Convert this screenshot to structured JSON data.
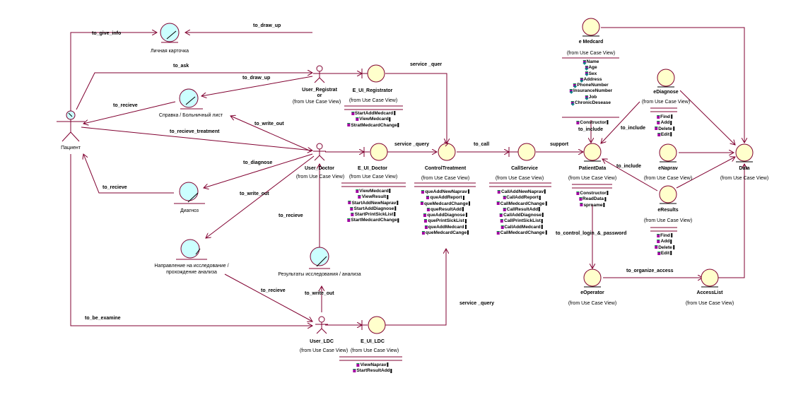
{
  "diagram": {
    "type": "UML collaboration / robustness diagram",
    "line_color": "#800030",
    "entity_fill": "#ffffcc",
    "boundary_fill": "#ffffcc",
    "control_fill": "#ffffcc",
    "actor_fill": "#ccffff",
    "from_label": "(from Use Case View)"
  },
  "actors": [
    {
      "id": "patient",
      "name": "Пациент"
    },
    {
      "id": "user_registrator",
      "name": "User_Registrat\nor"
    },
    {
      "id": "user_doctor",
      "name": "User_Doctor"
    },
    {
      "id": "user_ldc",
      "name": "User_LDC"
    }
  ],
  "documents": [
    {
      "id": "card",
      "name": "Личная карточка"
    },
    {
      "id": "sick_list",
      "name": "Справка / Больничный лист"
    },
    {
      "id": "diagnosis",
      "name": "Диагноз"
    },
    {
      "id": "referral",
      "name": "Направление на исследование / прохождение анализа"
    },
    {
      "id": "results_doc",
      "name": "Результаты исследования / анализа"
    }
  ],
  "boundaries": [
    {
      "id": "e_ui_registrator",
      "name": "E_UI_Registrator",
      "ops": [
        "StartAddMedcard",
        "ViewMedcard",
        "StratMedcardChange"
      ]
    },
    {
      "id": "e_ui_doctor",
      "name": "E_UI_Doctor",
      "ops": [
        "ViewMedcard",
        "ViewResult",
        "StartAddNewNaprav",
        "StartAddDiagnose",
        "StartPrintSickList",
        "StartMedcardChange"
      ]
    },
    {
      "id": "e_ui_ldc",
      "name": "E_UI_LDC",
      "ops": [
        "ViewNaprav",
        "StartResultAdd"
      ]
    },
    {
      "id": "callservice",
      "name": "CallService",
      "ops": [
        "CallAddNewNaprav",
        "CallAddReport",
        "CallMedcardChange",
        "CallResultAdd",
        "CallAddDiagnose",
        "CallPrintSickList",
        "CallAddMedcard",
        "CallMedcardChange"
      ]
    }
  ],
  "controls": [
    {
      "id": "control_treatment",
      "name": "ControlTreatment",
      "ops": [
        "queAddNewNaprav",
        "queAddReport",
        "queMedcardChange",
        "queResultAdd",
        "queAddDiagnose",
        "quePrintSickList",
        "queAddMedcard",
        "queMedcardCange"
      ]
    }
  ],
  "entities": [
    {
      "id": "e_medcard",
      "name": "e Medcard",
      "attrs": [
        "Name",
        "Age",
        "Sex",
        "Address",
        "PhoneNumber",
        "InsuranceNumber",
        "Job",
        "ChronicDesease"
      ],
      "ops": [
        "Constructor"
      ]
    },
    {
      "id": "patient_data",
      "name": "PatientData",
      "ops": [
        "Constructor",
        "ReadData",
        "sprname"
      ]
    },
    {
      "id": "e_diagnose",
      "name": "eDiagnose",
      "ops": [
        "Find",
        "Add",
        "Delete",
        "Edit"
      ]
    },
    {
      "id": "e_naprav",
      "name": "eNaprav",
      "ops": []
    },
    {
      "id": "e_results",
      "name": "eResults",
      "ops": [
        "Find",
        "Add",
        "Delete",
        "Edit"
      ]
    },
    {
      "id": "data",
      "name": "Data",
      "ops": []
    },
    {
      "id": "e_operator",
      "name": "eOperator",
      "ops": []
    },
    {
      "id": "access_list",
      "name": "AccessList",
      "ops": []
    }
  ],
  "links": {
    "to_give_info": "to_give_info",
    "to_draw_up_1": "to_draw_up",
    "to_ask": "to_ask",
    "to_draw_up_2": "to_draw_up",
    "to_recieve_1": "to_recieve",
    "to_write_out_1": "to_write_out",
    "to_recieve_treatment": "to_recieve_treatment",
    "to_diagnose": "to_diagnose",
    "to_recieve_2": "to_recieve",
    "to_write_out_2": "to_write_out",
    "to_recieve_3": "to_recieve",
    "to_recieve_4": "to_recieve",
    "to_write_out_3": "to_write_out",
    "to_be_examine": "to_be_examine",
    "service_query_1": "service _quer",
    "service_query_2": "service _query",
    "service_query_3": "service _query",
    "to_call": "to_call",
    "support": "support",
    "to_include_1": "to_include",
    "to_include_2": "to_include",
    "to_include_3": "to_include",
    "to_control": "to_control_login_&_password",
    "to_organize_access": "to_organize_access"
  }
}
